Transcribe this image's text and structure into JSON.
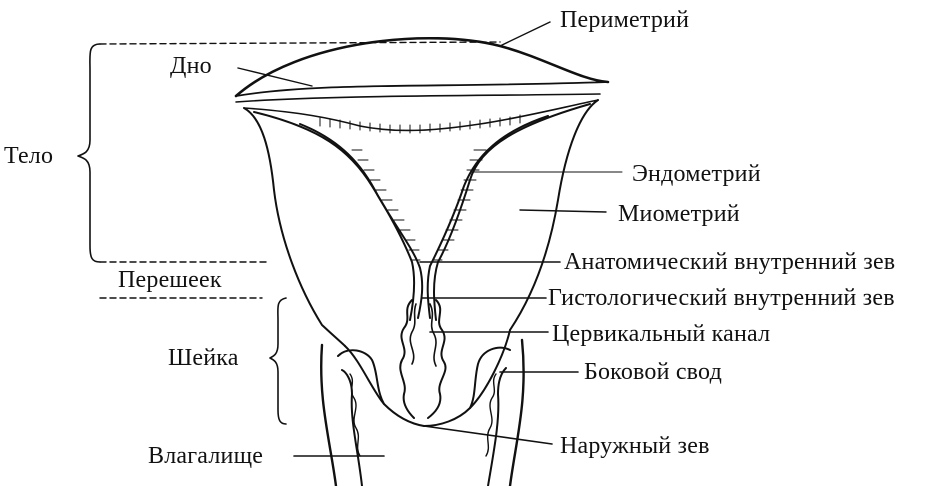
{
  "labels": {
    "perimetriy": "Периметрий",
    "dno": "Дно",
    "telo": "Тело",
    "endometriy": "Эндометрий",
    "miometriy": "Миометрий",
    "anatomicheskiy_zev": "Анатомический внутренний зев",
    "peresheek": "Перешеек",
    "gistologicheskiy_zev": "Гистологический внутренний зев",
    "tservikalnyy_kanal": "Цервикальный канал",
    "sheyka": "Шейка",
    "bokovoy_svod": "Боковой свод",
    "vlagalishche": "Влагалище",
    "naruzhnyy_zev": "Наружный зев"
  },
  "colors": {
    "ink": "#111111",
    "background": "#ffffff"
  }
}
